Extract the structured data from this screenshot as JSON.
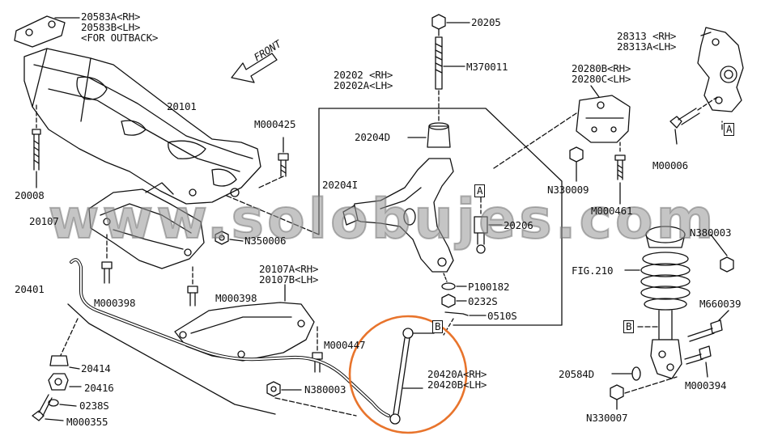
{
  "labels": {
    "p20583": "20583A<RH>\n20583B<LH>\n<FOR OUTBACK>",
    "front": "FRONT",
    "p20101": "20101",
    "p20008": "20008",
    "p20107": "20107",
    "m000425": "M000425",
    "n350006": "N350006",
    "m000398a": "M000398",
    "m000398b": "M000398",
    "p20401": "20401",
    "p20107a": "20107A<RH>\n20107B<LH>",
    "m000447": "M000447",
    "p20414": "20414",
    "p20416": "20416",
    "p0238s": "0238S",
    "m000355": "M000355",
    "n380003a": "N380003",
    "p20205": "20205",
    "m370011": "M370011",
    "p20202": "20202 <RH>\n20202A<LH>",
    "p20204d": "20204D",
    "p20204i": "20204I",
    "p20206": "20206",
    "p100182": "P100182",
    "p0232s": "0232S",
    "p0510s": "0510S",
    "p20420": "20420A<RH>\n20420B<LH>",
    "p28313": "28313 <RH>\n28313A<LH>",
    "p20280": "20280B<RH>\n20280C<LH>",
    "m00006": "M00006",
    "n330009": "N330009",
    "m000461": "M000461",
    "n380003b": "N380003",
    "fig210": "FIG.210",
    "m660039": "M660039",
    "p20584d": "20584D",
    "m000394": "M000394",
    "n330007": "N330007",
    "refA1": "A",
    "refA2": "A",
    "refB1": "B",
    "refB2": "B"
  },
  "watermark": "www.solobujes.com",
  "colors": {
    "highlight_circle": "#e8742c",
    "line": "#111111",
    "watermark": "#9a9a9a"
  }
}
